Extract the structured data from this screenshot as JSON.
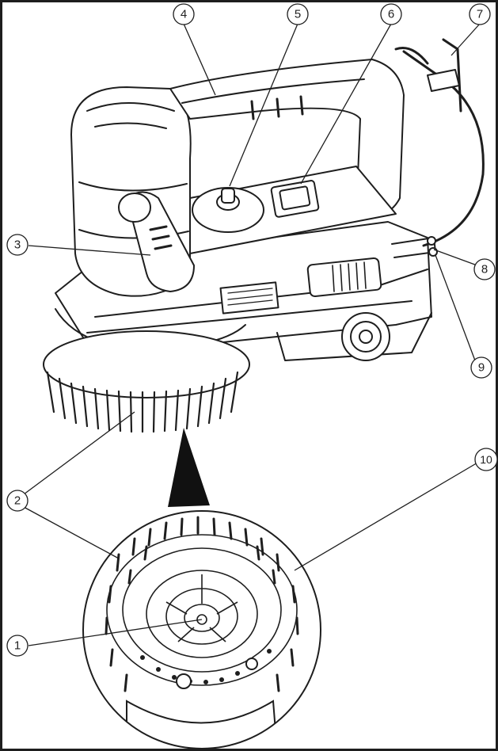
{
  "diagram": {
    "type": "exploded-part-callout",
    "subject": "handheld rotary brush scrubber",
    "colors": {
      "line": "#1e1e1e",
      "background": "#ffffff",
      "fill": "#ffffff"
    }
  },
  "callouts": [
    {
      "id": "c1",
      "number": "1"
    },
    {
      "id": "c2",
      "number": "2"
    },
    {
      "id": "c3",
      "number": "3"
    },
    {
      "id": "c4",
      "number": "4"
    },
    {
      "id": "c5",
      "number": "5"
    },
    {
      "id": "c6",
      "number": "6"
    },
    {
      "id": "c7",
      "number": "7"
    },
    {
      "id": "c8",
      "number": "8"
    },
    {
      "id": "c9",
      "number": "9"
    },
    {
      "id": "c10",
      "number": "10"
    }
  ]
}
